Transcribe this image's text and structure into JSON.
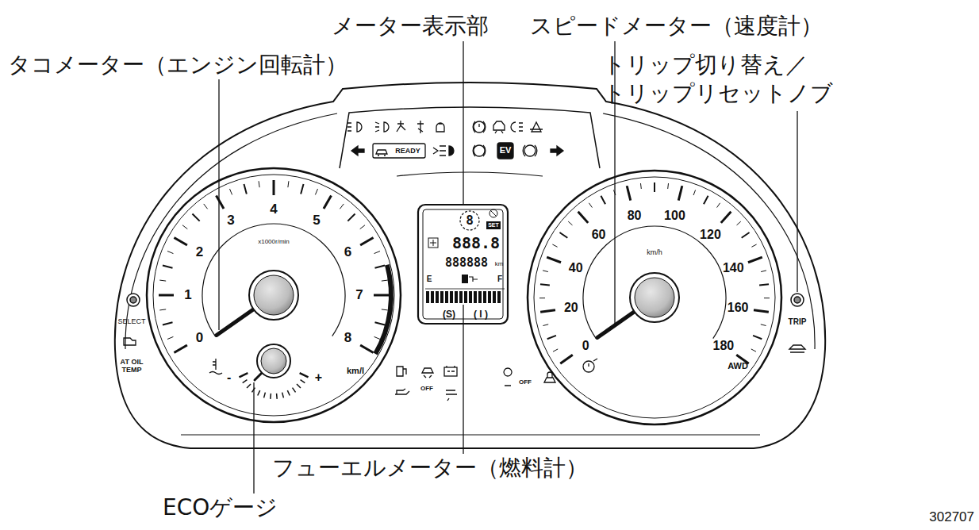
{
  "diagram": {
    "labels": [
      "タコメーター（エンジン回転計）",
      "メーター表示部",
      "スピードメーター（速度計）",
      "トリップ切り替え／ トリップリセットノブ",
      "0",
      "1",
      "2",
      "3",
      "4",
      "5",
      "6",
      "7",
      "8",
      "x1000r/min",
      "km/l",
      "-",
      "+",
      "0",
      "20",
      "40",
      "60",
      "80",
      "100",
      "120",
      "140",
      "160",
      "180",
      "km/h",
      "AWD",
      "SELECT",
      "AT OIL TEMP",
      "TRIP",
      "READY",
      "EV",
      "8",
      "SET",
      "888.8",
      "888888",
      "km",
      "E",
      "F",
      "(S)",
      "( I )",
      "OFF",
      "OFF",
      "フューエルメーター（燃料計）",
      "ECOゲージ",
      "302707"
    ]
  }
}
